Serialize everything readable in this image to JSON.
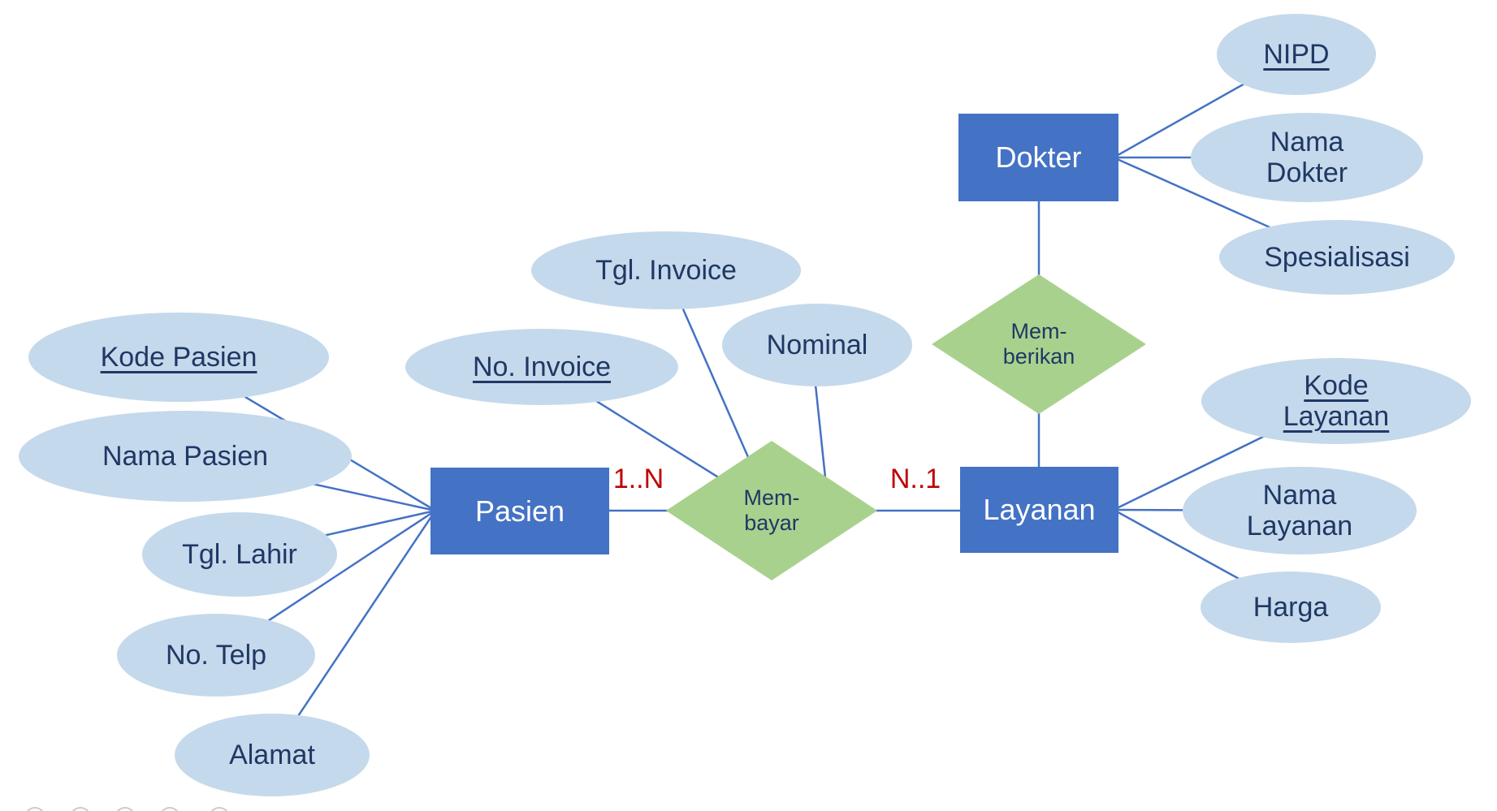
{
  "theme": {
    "entity_fill": "#4472C4",
    "entity_text": "#FFFFFF",
    "attribute_fill": "#C5D9EC",
    "relationship_fill": "#A9D18E",
    "diagram_text": "#1F3864",
    "cardinality_color": "#C00000",
    "connector_color": "#4472C4",
    "canvas_bg": "#FFFFFF"
  },
  "entities": {
    "pasien": {
      "label": "Pasien"
    },
    "dokter": {
      "label": "Dokter"
    },
    "layanan": {
      "label": "Layanan"
    }
  },
  "relationships": {
    "membayar": {
      "label": "Mem-bayar",
      "between": [
        "Pasien",
        "Layanan"
      ],
      "cardinality_left": "1..N",
      "cardinality_right": "N..1"
    },
    "memberikan": {
      "label": "Mem-berikan",
      "between": [
        "Dokter",
        "Layanan"
      ]
    }
  },
  "attributes": {
    "kode_pasien": {
      "label": "Kode Pasien",
      "owner": "Pasien",
      "primary_key": true
    },
    "nama_pasien": {
      "label": "Nama Pasien",
      "owner": "Pasien",
      "primary_key": false
    },
    "tgl_lahir": {
      "label": "Tgl. Lahir",
      "owner": "Pasien",
      "primary_key": false
    },
    "no_telp": {
      "label": "No. Telp",
      "owner": "Pasien",
      "primary_key": false
    },
    "alamat": {
      "label": "Alamat",
      "owner": "Pasien",
      "primary_key": false
    },
    "no_invoice": {
      "label": "No. Invoice",
      "owner": "Membayar",
      "primary_key": true
    },
    "tgl_invoice": {
      "label": "Tgl. Invoice",
      "owner": "Membayar",
      "primary_key": false
    },
    "nominal": {
      "label": "Nominal",
      "owner": "Membayar",
      "primary_key": false
    },
    "nipd": {
      "label": "NIPD",
      "owner": "Dokter",
      "primary_key": true
    },
    "nama_dokter": {
      "label": "Nama Dokter",
      "owner": "Dokter",
      "primary_key": false
    },
    "spesialisasi": {
      "label": "Spesialisasi",
      "owner": "Dokter",
      "primary_key": false
    },
    "kode_layanan": {
      "label": "Kode Layanan",
      "owner": "Layanan",
      "primary_key": true
    },
    "nama_layanan": {
      "label": "Nama Layanan",
      "owner": "Layanan",
      "primary_key": false
    },
    "harga": {
      "label": "Harga",
      "owner": "Layanan",
      "primary_key": false
    }
  }
}
